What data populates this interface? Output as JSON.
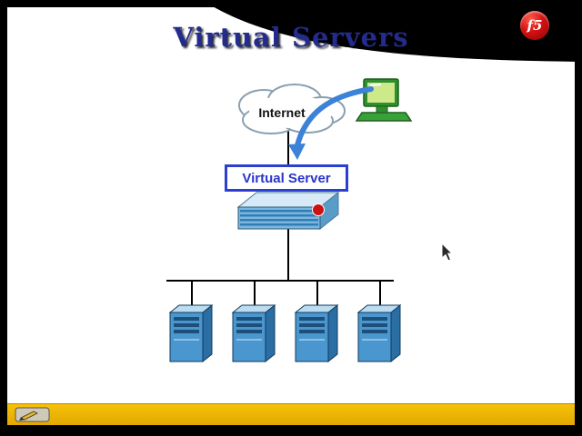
{
  "header": {
    "title": "Virtual Servers",
    "title_color": "#232c8c"
  },
  "logo": {
    "label": "f5",
    "color": "#d41111"
  },
  "diagram": {
    "internet_label": "Internet",
    "virtual_server_label": "Virtual Server",
    "server_count": 4,
    "appliance_accent_color": "#cc1111",
    "arrow_color": "#3b82d8",
    "server_color": "#4a97cf"
  },
  "frame": {
    "background_color": "#000000",
    "slide_color": "#ffffff",
    "bottom_bar_color": "#eeb200"
  }
}
